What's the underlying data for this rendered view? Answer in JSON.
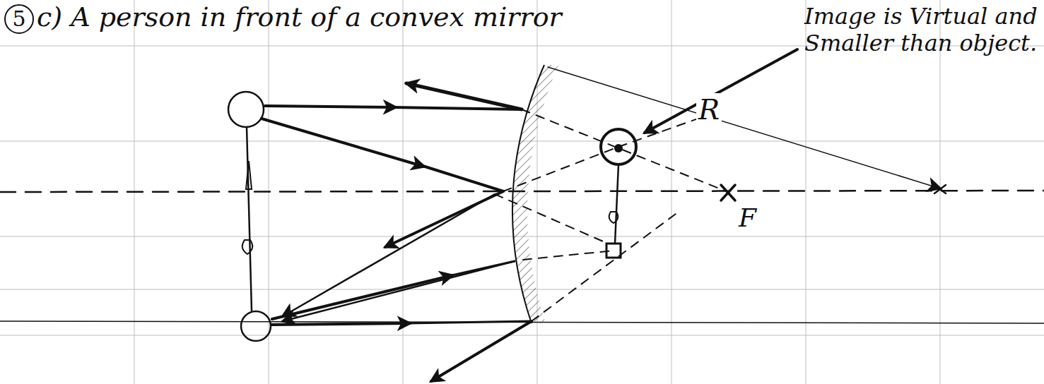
{
  "diagram": {
    "title": "c) A person in front of a convex mirror",
    "labels": [
      "5",
      "Image is Virtual and Smaller than object.",
      "R",
      "F"
    ]
  }
}
